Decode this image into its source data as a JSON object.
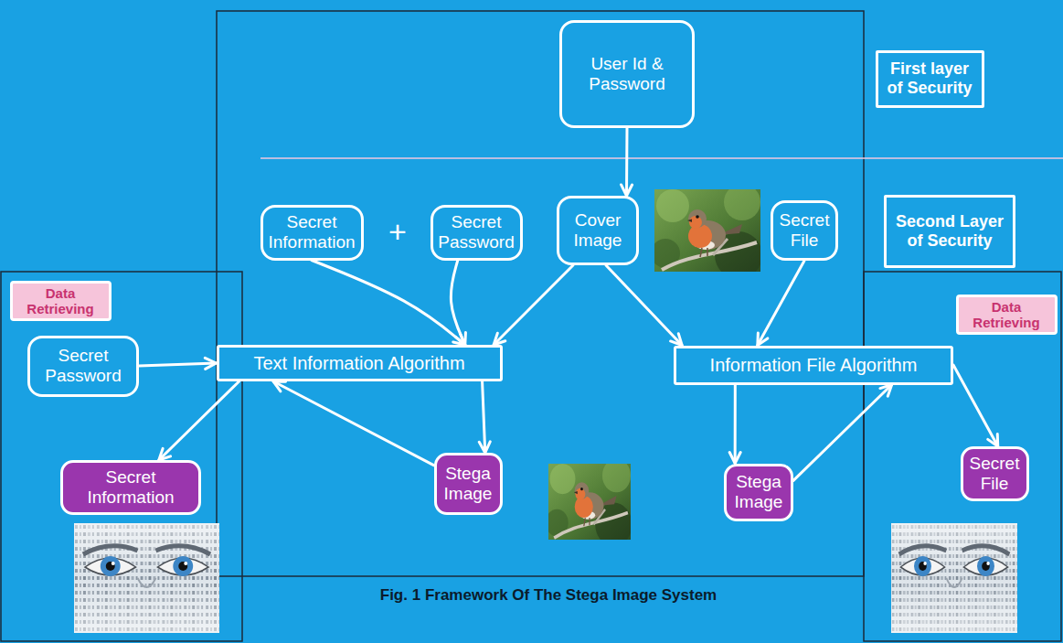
{
  "diagram": {
    "caption": "Fig. 1 Framework Of The Stega Image System",
    "nodes": [
      {
        "text": [
          "User Id & Password"
        ]
      },
      {
        "text": [
          "First layer of Security"
        ]
      },
      {
        "text": [
          "Second Layer of Security"
        ]
      },
      {
        "text": [
          "Secret Information"
        ]
      },
      {
        "text": [
          "Secret Password"
        ]
      },
      {
        "text": [
          "Cover Image"
        ]
      },
      {
        "text": [
          "Secret File"
        ]
      },
      {
        "text": [
          "Data Retrieving"
        ]
      },
      {
        "text": [
          "Secret Password"
        ]
      },
      {
        "text": [
          "Text Information Algorithm"
        ]
      },
      {
        "text": [
          "Information File Algorithm"
        ]
      },
      {
        "text": [
          "Data Retrieving"
        ]
      },
      {
        "text": [
          "Secret Information"
        ]
      },
      {
        "text": [
          "Stega Image"
        ]
      },
      {
        "text": [
          "Stega Image"
        ]
      },
      {
        "text": [
          "Secret File"
        ]
      }
    ],
    "edges": [
      {
        "from": 0,
        "to": 5,
        "arrow": "to"
      },
      {
        "from": 3,
        "to": 9,
        "arrow": "to"
      },
      {
        "from": 4,
        "to": 9,
        "arrow": "to"
      },
      {
        "from": 5,
        "to": 9,
        "arrow": "to"
      },
      {
        "from": 5,
        "to": 10,
        "arrow": "to"
      },
      {
        "from": 6,
        "to": 10,
        "arrow": "to"
      },
      {
        "from": 8,
        "to": 9,
        "arrow": "to"
      },
      {
        "from": 9,
        "to": 12,
        "arrow": "to"
      },
      {
        "from": 9,
        "to": 13,
        "arrow": "to"
      },
      {
        "from": 13,
        "to": 9,
        "arrow": "to"
      },
      {
        "from": 10,
        "to": 14,
        "arrow": "to"
      },
      {
        "from": 14,
        "to": 10,
        "arrow": "to"
      },
      {
        "from": 10,
        "to": 15,
        "arrow": "to"
      }
    ],
    "labels": [
      "+"
    ]
  }
}
